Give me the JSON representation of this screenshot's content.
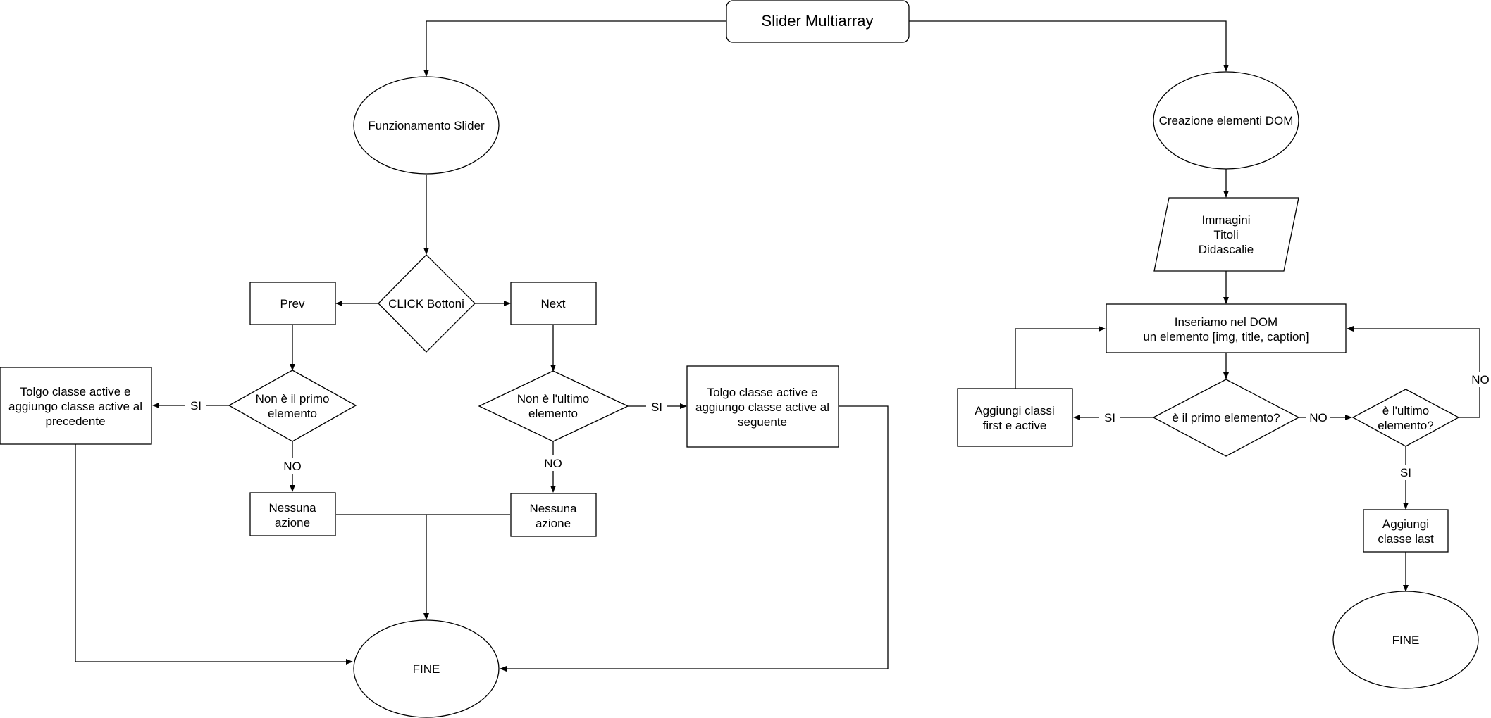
{
  "diagram": {
    "title": "Slider Multiarray",
    "left": {
      "start": "Funzionamento Slider",
      "click": "CLICK Bottoni",
      "prev": "Prev",
      "next": "Next",
      "cond_prev": [
        "Non è il primo",
        "elemento"
      ],
      "cond_next": [
        "Non è l'ultimo",
        "elemento"
      ],
      "action_prev": [
        "Tolgo classe active e",
        "aggiungo classe active al",
        "precedente"
      ],
      "action_next": [
        "Tolgo classe active e",
        "aggiungo classe active al",
        "seguente"
      ],
      "none_prev": [
        "Nessuna",
        "azione"
      ],
      "none_next": [
        "Nessuna",
        "azione"
      ],
      "end": "FINE"
    },
    "right": {
      "start": "Creazione elementi DOM",
      "data": [
        "Immagini",
        "Titoli",
        "Didascalie"
      ],
      "insert": [
        "Inseriamo nel DOM",
        "un elemento [img, title, caption]"
      ],
      "cond_first": "è il primo elemento?",
      "cond_last": [
        "è l'ultimo",
        "elemento?"
      ],
      "add_first": [
        "Aggiungi classi",
        "first e active"
      ],
      "add_last": [
        "Aggiungi",
        "classe last"
      ],
      "end": "FINE"
    },
    "edge_labels": {
      "yes": "SI",
      "no": "NO"
    }
  }
}
